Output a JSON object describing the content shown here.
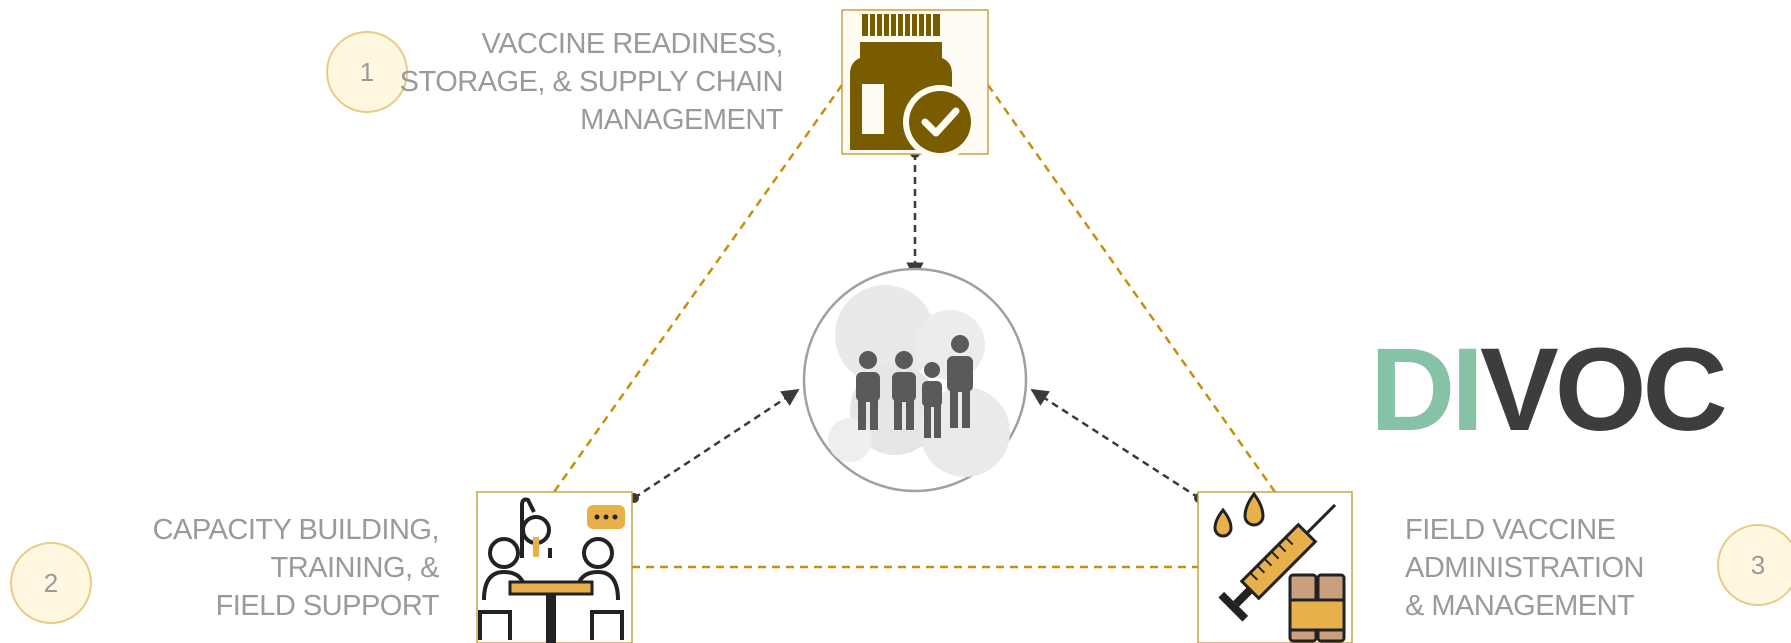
{
  "nodes": {
    "top": {
      "number": "1",
      "lines": [
        "VACCINE READINESS,",
        "STORAGE, & SUPPLY CHAIN",
        "MANAGEMENT"
      ],
      "icon": "medicine-bottle-check-icon"
    },
    "left": {
      "number": "2",
      "lines": [
        "CAPACITY BUILDING,",
        "TRAINING, &",
        "FIELD SUPPORT"
      ],
      "icon": "group-training-icon"
    },
    "right": {
      "number": "3",
      "lines": [
        "FIELD VACCINE",
        "ADMINISTRATION",
        "& MANAGEMENT"
      ],
      "icon": "syringe-vials-icon"
    }
  },
  "center": {
    "icon": "family-people-icon"
  },
  "logo": {
    "part1": "DI",
    "part2": "VOC",
    "color1": "#86c2a6",
    "color2": "#3d3d3d"
  },
  "colors": {
    "triangle_line": "#c8900a",
    "arrow_line": "#3a3a3a",
    "badge_fill": "#fff7df",
    "badge_border": "#e8cc86",
    "label_text": "#9a9a9a",
    "icon_dark": "#7a5c00",
    "icon_accent": "#e8b04a"
  }
}
